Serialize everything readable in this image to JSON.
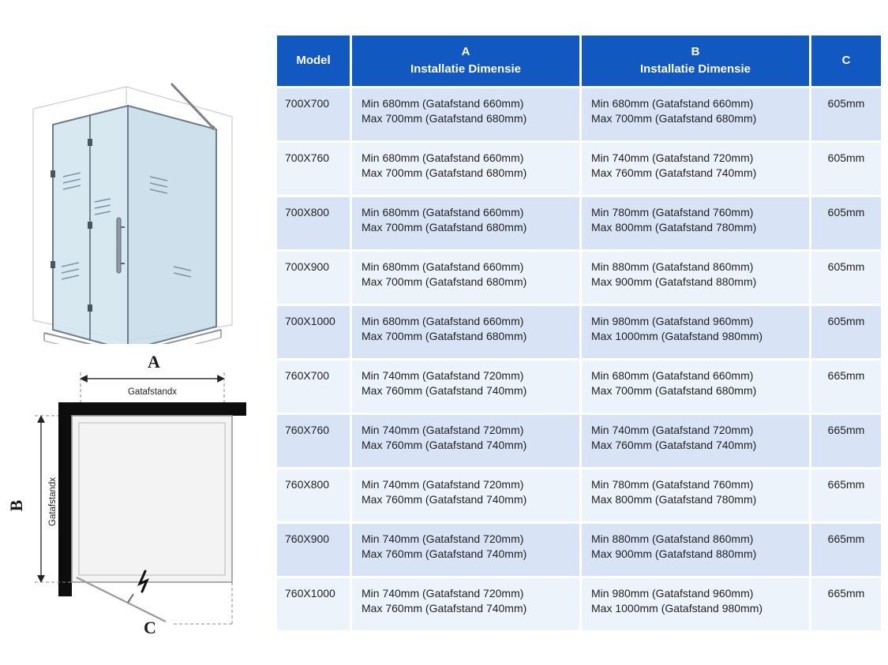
{
  "colors": {
    "header_bg": "#1159c1",
    "header_text": "#ffffff",
    "row_odd_bg": "#d8e4f5",
    "row_even_bg": "#edf3fb",
    "body_text": "#1f1f1f"
  },
  "table": {
    "headers": {
      "model": "Model",
      "a_title": "A",
      "a_subtitle": "Installatie Dimensie",
      "b_title": "B",
      "b_subtitle": "Installatie Dimensie",
      "c_title": "C"
    },
    "rows": [
      {
        "model": "700X700",
        "a_min": "Min 680mm (Gatafstand 660mm)",
        "a_max": "Max 700mm (Gatafstand 680mm)",
        "b_min": "Min 680mm (Gatafstand 660mm)",
        "b_max": "Max 700mm (Gatafstand 680mm)",
        "c": "605mm"
      },
      {
        "model": "700X760",
        "a_min": "Min 680mm (Gatafstand 660mm)",
        "a_max": "Max 700mm (Gatafstand 680mm)",
        "b_min": "Min 740mm (Gatafstand 720mm)",
        "b_max": "Max 760mm (Gatafstand 740mm)",
        "c": "605mm"
      },
      {
        "model": "700X800",
        "a_min": "Min 680mm (Gatafstand 660mm)",
        "a_max": "Max 700mm (Gatafstand 680mm)",
        "b_min": "Min 780mm (Gatafstand 760mm)",
        "b_max": "Max 800mm (Gatafstand 780mm)",
        "c": "605mm"
      },
      {
        "model": "700X900",
        "a_min": "Min 680mm (Gatafstand 660mm)",
        "a_max": "Max 700mm (Gatafstand 680mm)",
        "b_min": "Min 880mm (Gatafstand 860mm)",
        "b_max": "Max 900mm (Gatafstand 880mm)",
        "c": "605mm"
      },
      {
        "model": "700X1000",
        "a_min": "Min 680mm (Gatafstand 660mm)",
        "a_max": "Max 700mm (Gatafstand 680mm)",
        "b_min": "Min 980mm (Gatafstand 960mm)",
        "b_max": "Max 1000mm (Gatafstand 980mm)",
        "c": "605mm"
      },
      {
        "model": "760X700",
        "a_min": "Min 740mm (Gatafstand 720mm)",
        "a_max": "Max 760mm (Gatafstand 740mm)",
        "b_min": "Min 680mm (Gatafstand 660mm)",
        "b_max": "Max 700mm (Gatafstand 680mm)",
        "c": "665mm"
      },
      {
        "model": "760X760",
        "a_min": "Min 740mm (Gatafstand 720mm)",
        "a_max": "Max 760mm (Gatafstand 740mm)",
        "b_min": "Min 740mm (Gatafstand 720mm)",
        "b_max": "Max 760mm (Gatafstand 740mm)",
        "c": "665mm"
      },
      {
        "model": "760X800",
        "a_min": "Min 740mm (Gatafstand 720mm)",
        "a_max": "Max 760mm (Gatafstand 740mm)",
        "b_min": "Min 780mm (Gatafstand 760mm)",
        "b_max": "Max 800mm (Gatafstand 780mm)",
        "c": "665mm"
      },
      {
        "model": "760X900",
        "a_min": "Min 740mm (Gatafstand 720mm)",
        "a_max": "Max 760mm (Gatafstand 740mm)",
        "b_min": "Min 880mm (Gatafstand 860mm)",
        "b_max": "Max 900mm (Gatafstand 880mm)",
        "c": "665mm"
      },
      {
        "model": "760X1000",
        "a_min": "Min 740mm (Gatafstand 720mm)",
        "a_max": "Max 760mm (Gatafstand 740mm)",
        "b_min": "Min 980mm (Gatafstand 960mm)",
        "b_max": "Max 1000mm (Gatafstand 980mm)",
        "c": "665mm"
      }
    ]
  },
  "diagram_labels": {
    "dim_a": "A",
    "dim_b": "B",
    "dim_c": "C",
    "gatafstand_horizontal": "Gatafstandx",
    "gatafstand_vertical": "Gatafstandx"
  }
}
